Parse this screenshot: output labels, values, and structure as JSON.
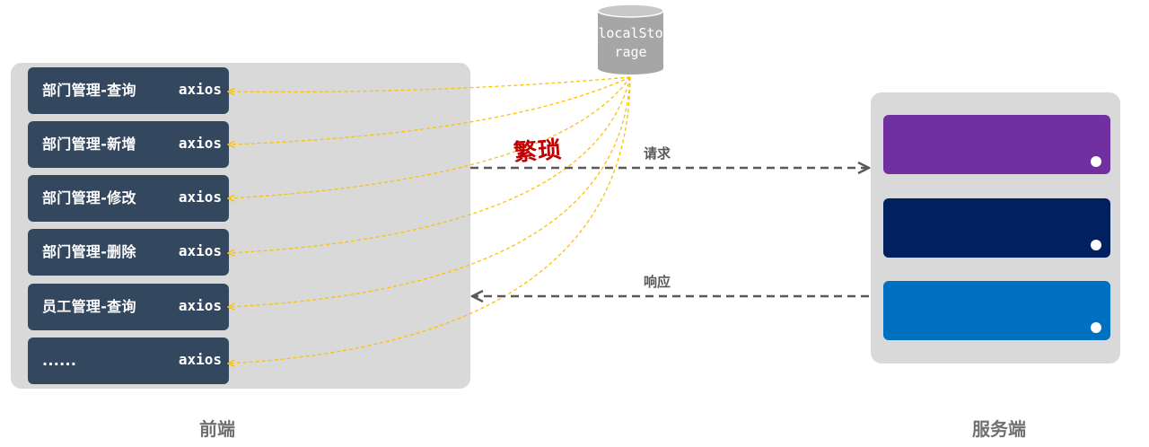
{
  "frontend": {
    "caption": "前端",
    "items": [
      {
        "label": "部门管理-查询",
        "tag": "axios"
      },
      {
        "label": "部门管理-新增",
        "tag": "axios"
      },
      {
        "label": "部门管理-修改",
        "tag": "axios"
      },
      {
        "label": "部门管理-删除",
        "tag": "axios"
      },
      {
        "label": "员工管理-查询",
        "tag": "axios"
      },
      {
        "label": "......",
        "tag": "axios"
      }
    ]
  },
  "storage": {
    "label": "localStorage",
    "color": "#a6a6a6"
  },
  "warning": "繁琐",
  "request": {
    "label": "请求"
  },
  "response": {
    "label": "响应"
  },
  "backend": {
    "caption": "服务端",
    "blocks": [
      {
        "color": "#7030a0"
      },
      {
        "color": "#002060"
      },
      {
        "color": "#0070c0"
      }
    ]
  },
  "colors": {
    "dashed_link": "#ffc000",
    "arrow": "#595959",
    "item_bg": "#33475e"
  }
}
